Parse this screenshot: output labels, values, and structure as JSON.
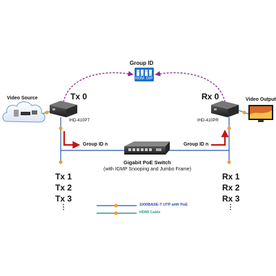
{
  "diagram": {
    "group_id_label": "Group ID",
    "dip_label_left": "ROM",
    "dip_label_right": "DIP",
    "video_source_label": "Video Source",
    "video_output_label": "Video Output",
    "tx0_label": "Tx 0",
    "rx0_label": "Rx 0",
    "tx_model": "IHD-410PT",
    "rx_model": "IHD-410PR",
    "group_id_n_left": "Group ID n",
    "group_id_n_right": "Group ID n",
    "switch_title": "Gigabit PoE Switch",
    "switch_subtitle": "(with IGMP Snooping and Jumbo Frame)",
    "tx_list": [
      "Tx 1",
      "Tx 2",
      "Tx 3"
    ],
    "rx_list": [
      "Rx 1",
      "Rx 2",
      "Rx 3"
    ],
    "ellipsis": "⋮",
    "legend": [
      {
        "label": "1000BASE-T UTP with PoE",
        "color": "#1f4fa0",
        "marker": "#f0a030"
      },
      {
        "label": "HDMI Cable",
        "color": "#2a9a8a",
        "marker": "#f0a030"
      }
    ],
    "colors": {
      "utp_line": "#4a6fb5",
      "hdmi_line": "#2a9a8a",
      "arrow_red": "#cc1111",
      "group_dashed": "#8a2b8a",
      "connector": "#f0a030",
      "dip_switch": "#1e73c8"
    }
  }
}
